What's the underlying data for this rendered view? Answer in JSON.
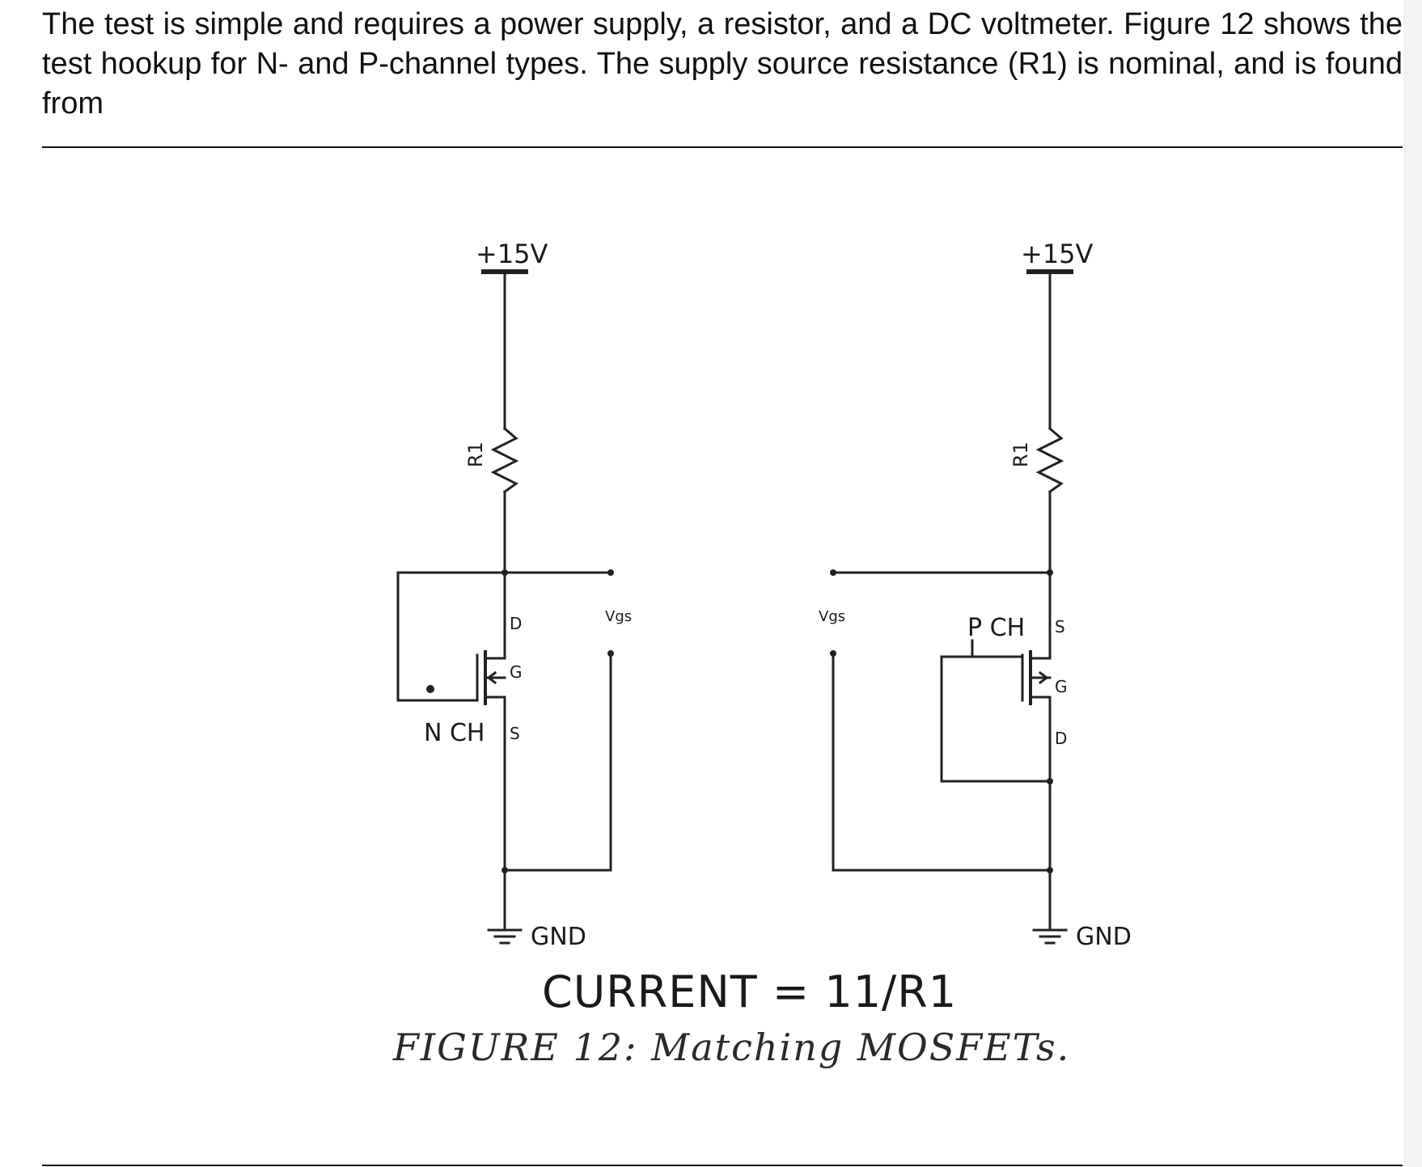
{
  "document": {
    "paragraph": "The test is simple and requires a power supply, a resistor, and a DC voltmeter. Figure 12 shows the test hookup for N- and P-channel types. The supply source resistance (R1) is nominal, and is found from"
  },
  "figure": {
    "left_circuit": {
      "supply_label": "+15V",
      "resistor_label": "R1",
      "transistor_label": "N CH",
      "drain_pin": "D",
      "gate_pin": "G",
      "source_pin": "S",
      "meter_label": "Vgs",
      "ground_label": "GND"
    },
    "right_circuit": {
      "supply_label": "+15V",
      "resistor_label": "R1",
      "transistor_label": "P CH",
      "drain_pin": "D",
      "gate_pin": "G",
      "source_pin": "S",
      "meter_label": "Vgs",
      "ground_label": "GND"
    },
    "equation": "CURRENT = 11/R1",
    "caption": "FIGURE 12: Matching MOSFETs."
  }
}
